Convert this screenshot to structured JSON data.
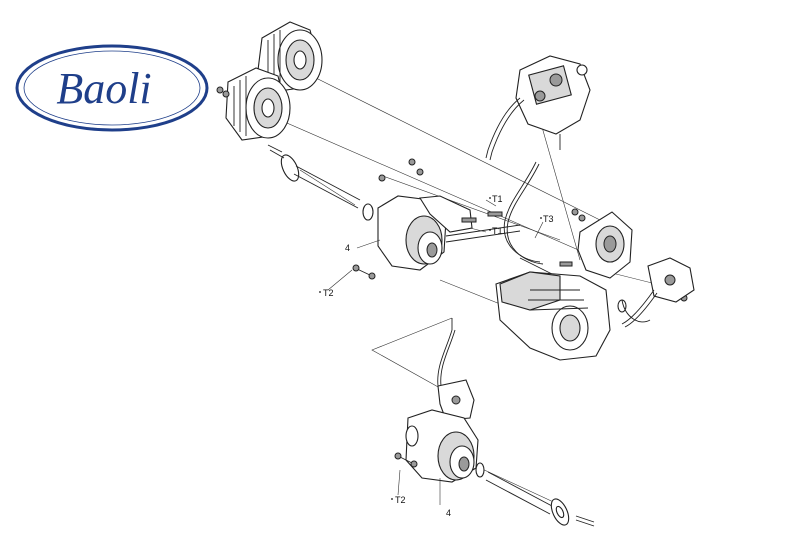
{
  "logo": {
    "text": "Baoli",
    "fill_color": "#ffffff",
    "border_color": "#1f3f8a",
    "text_color": "#1f3f8a"
  },
  "callouts": {
    "t1_upper": "T1",
    "t1_lower": "T1",
    "t3": "T3",
    "t2_upper": "T2",
    "t2_lower": "T2",
    "item4_upper": "4",
    "item4_lower": "4"
  }
}
